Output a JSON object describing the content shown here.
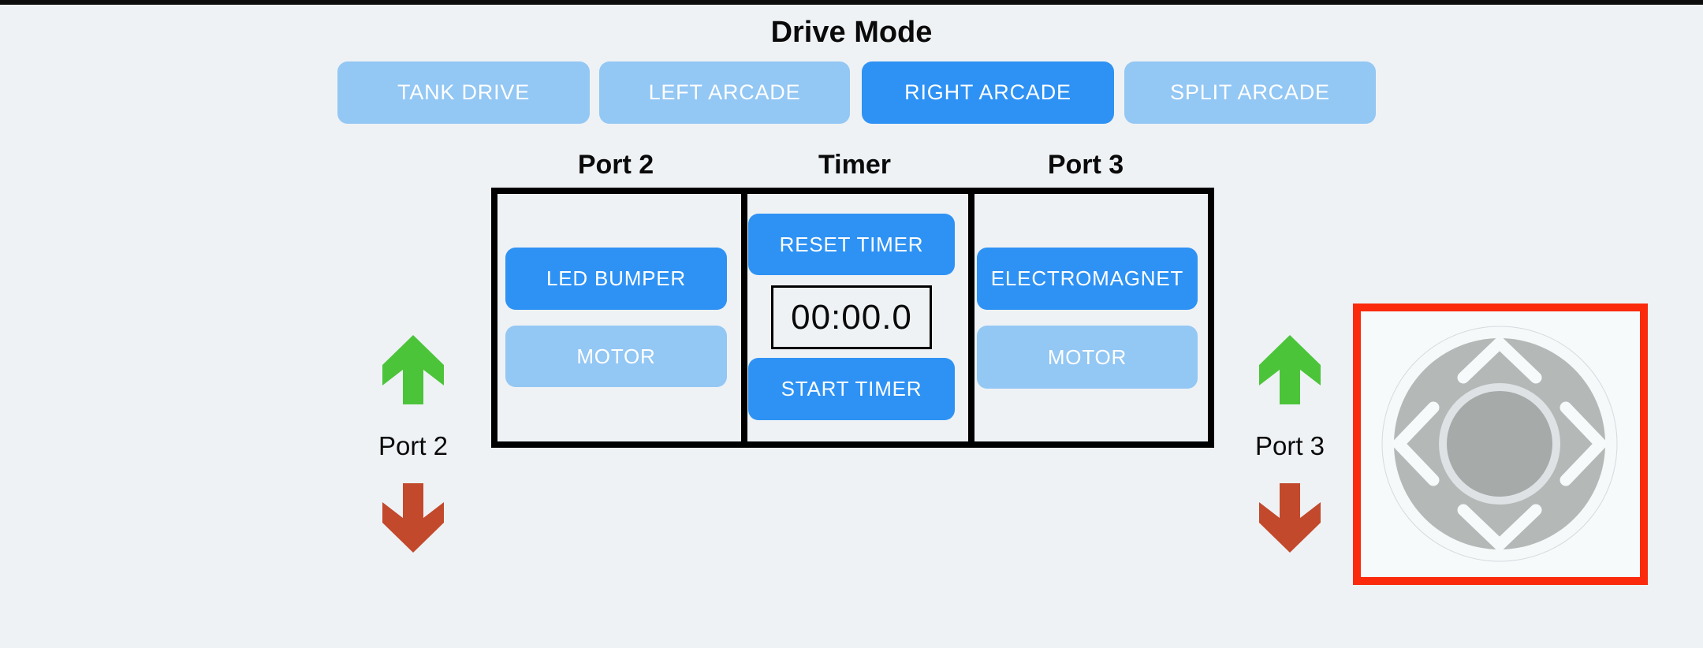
{
  "theme": {
    "bg": "#eef2f5",
    "bar": "#0d0d0d",
    "blue-active": "#2e92f4",
    "blue-inactive": "#93c7f4",
    "text-on-blue": "#ffffff",
    "green": "#4cc43a",
    "red": "#c2492c",
    "frame-red": "#fb2a0d",
    "joy-pad": "#b4b8b7",
    "joy-ring": "#dee2e4",
    "joy-knob": "#a6aaa9"
  },
  "drive_mode": {
    "title": "Drive Mode",
    "buttons": [
      {
        "label": "TANK DRIVE",
        "active": false
      },
      {
        "label": "LEFT ARCADE",
        "active": false
      },
      {
        "label": "RIGHT ARCADE",
        "active": true
      },
      {
        "label": "SPLIT ARCADE",
        "active": false
      }
    ]
  },
  "panel": {
    "headers": {
      "port2": "Port 2",
      "timer": "Timer",
      "port3": "Port 3"
    },
    "port2": {
      "primary": {
        "label": "LED BUMPER",
        "active": true
      },
      "motor": {
        "label": "MOTOR",
        "active": false
      }
    },
    "timer": {
      "reset_label": "RESET TIMER",
      "display_value": "00:00.0",
      "start_label": "START TIMER"
    },
    "port3": {
      "primary": {
        "label": "ELECTROMAGNET",
        "active": true
      },
      "motor": {
        "label": "MOTOR",
        "active": false
      }
    }
  },
  "left_motor_control": {
    "label": "Port 2"
  },
  "right_motor_control": {
    "label": "Port 3"
  }
}
